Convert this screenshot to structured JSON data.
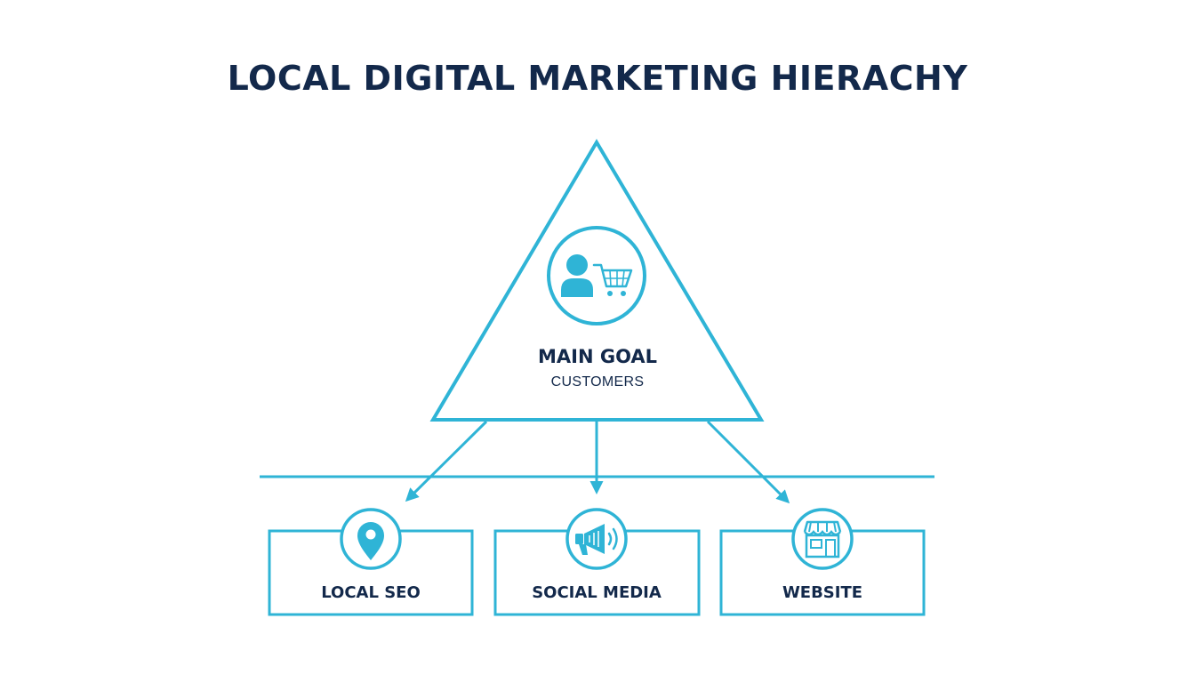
{
  "title": "LOCAL DIGITAL MARKETING HIERACHY",
  "accent_color": "#2fb4d6",
  "text_color": "#13294b",
  "top_node": {
    "label": "MAIN GOAL",
    "sublabel": "CUSTOMERS",
    "icon": "customer-cart-icon"
  },
  "channels": [
    {
      "label": "LOCAL SEO",
      "icon": "map-pin-icon"
    },
    {
      "label": "SOCIAL MEDIA",
      "icon": "megaphone-icon"
    },
    {
      "label": "WEBSITE",
      "icon": "storefront-icon"
    }
  ]
}
